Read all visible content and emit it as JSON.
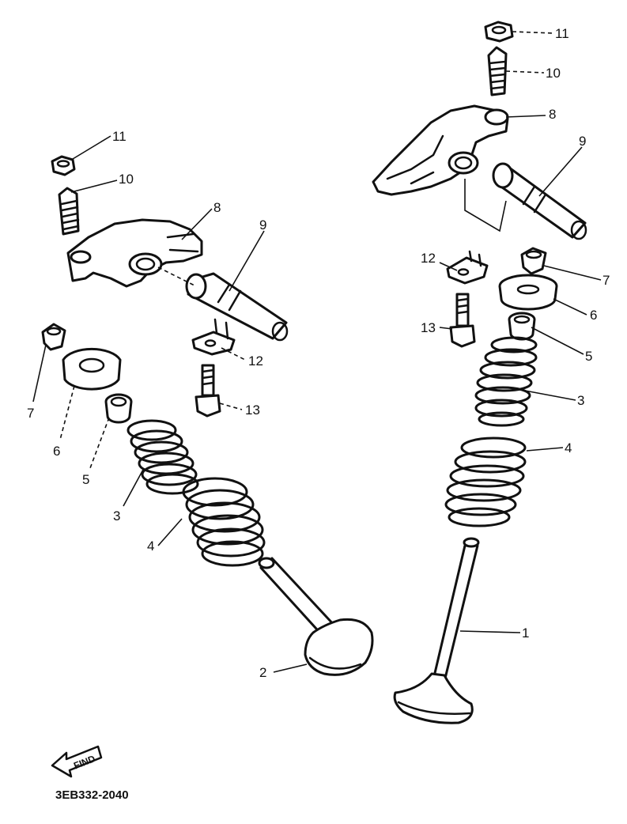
{
  "diagram_code": "3EB332-2040",
  "find_label": "FIND",
  "callouts": {
    "c1": "1",
    "c2": "2",
    "c3l": "3",
    "c3r": "3",
    "c4l": "4",
    "c4r": "4",
    "c5l": "5",
    "c5r": "5",
    "c6l": "6",
    "c6r": "6",
    "c7l": "7",
    "c7r": "7",
    "c8l": "8",
    "c8r": "8",
    "c9l": "9",
    "c9r": "9",
    "c10l": "10",
    "c10r": "10",
    "c11l": "11",
    "c11r": "11",
    "c12l": "12",
    "c12r": "12",
    "c13l": "13",
    "c13r": "13"
  }
}
